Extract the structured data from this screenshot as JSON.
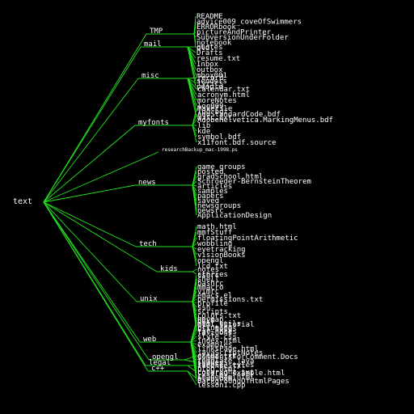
{
  "colors": {
    "background": "#000000",
    "edge": "#22e51e",
    "text": "#ffffff"
  },
  "root": {
    "label": "text"
  },
  "branches": [
    {
      "id": "tmp",
      "label": "TMP",
      "children": [
        "README",
        "advice009_coveOfSwimmers",
        "ERRORbook",
        "pictureAndPrinter",
        "SubversionUnderFolder",
        "notebook",
        "old"
      ]
    },
    {
      "id": "mail",
      "label": "mail",
      "children": [
        "quotes",
        "Drafts",
        "resume.txt",
        "Inbox",
        "outbox",
        "mbox001",
        "senders",
        "people"
      ]
    },
    {
      "id": "misc",
      "label": "misc",
      "children": [
        "record",
        "lyrics",
        "calendar.txt",
        "acronym.html",
        "moreNotes",
        "log009",
        "log.bdf",
        "misc.txt"
      ]
    },
    {
      "id": "myfonts",
      "label": "myfonts",
      "children": [
        "Makefile",
        "AddStandardCode.bdf",
        "AdobeHelvetica.MarkingMenus.bdf",
        "lib",
        "kde",
        "symbol.bdf",
        "x11font.bdf.source"
      ]
    },
    {
      "id": "research",
      "label": "researchBackup_mac-1998.ps",
      "children": []
    },
    {
      "id": "news",
      "label": "news",
      "children": [
        "game_groups",
        "posted",
        "gradSchool.html",
        "Schroeder-BernsteinTheorem",
        "articles",
        "samples",
        "papers",
        "saved",
        "newsgroups",
        "newsrc",
        "ApplicationDesign"
      ]
    },
    {
      "id": "tech",
      "label": "tech",
      "children": [
        "math.html",
        "mmfStuff",
        "floatingPointArithmetic",
        "wobbling",
        "eyetracking",
        "visionBooks",
        "opengl",
        "lcd.txt"
      ]
    },
    {
      "id": "kids",
      "label": "kids",
      "children": [
        "notes",
        "stories"
      ]
    },
    {
      "id": "unix",
      "label": "unix",
      "children": [
        "cshrc",
        "shell",
        "bashrc",
        "mmacro",
        "vimrc",
        "emacs.el",
        "permissions.txt",
        "profile",
        "ssh",
        "scripts",
        "colors.txt",
        "keymap",
        "mail_utils",
        "printing",
        "tar_notes"
      ]
    },
    {
      "id": "web",
      "label": "web",
      "children": [
        "URLs",
        "html_tutorial",
        "css_notes",
        "favicons",
        "style.css",
        "index.html",
        "examples",
        "linksPage.html",
        "javaScriptNotes",
        "CommentsForComment.Docs",
        "template_java",
        "sample_styles",
        "blog.html",
        "colored_example.html",
        "ImageMap.html",
        "BackgroundOfHtmlPages"
      ]
    },
    {
      "id": "opengl",
      "label": "opengl",
      "children": [
        "gltut.txt",
        "shaders"
      ]
    },
    {
      "id": "legal",
      "label": "legal",
      "children": [
        "license.txt",
        "copyright.txt"
      ]
    },
    {
      "id": "c",
      "label": "c++",
      "children": [
        "blah.html",
        "lesson1.cpp"
      ]
    }
  ]
}
